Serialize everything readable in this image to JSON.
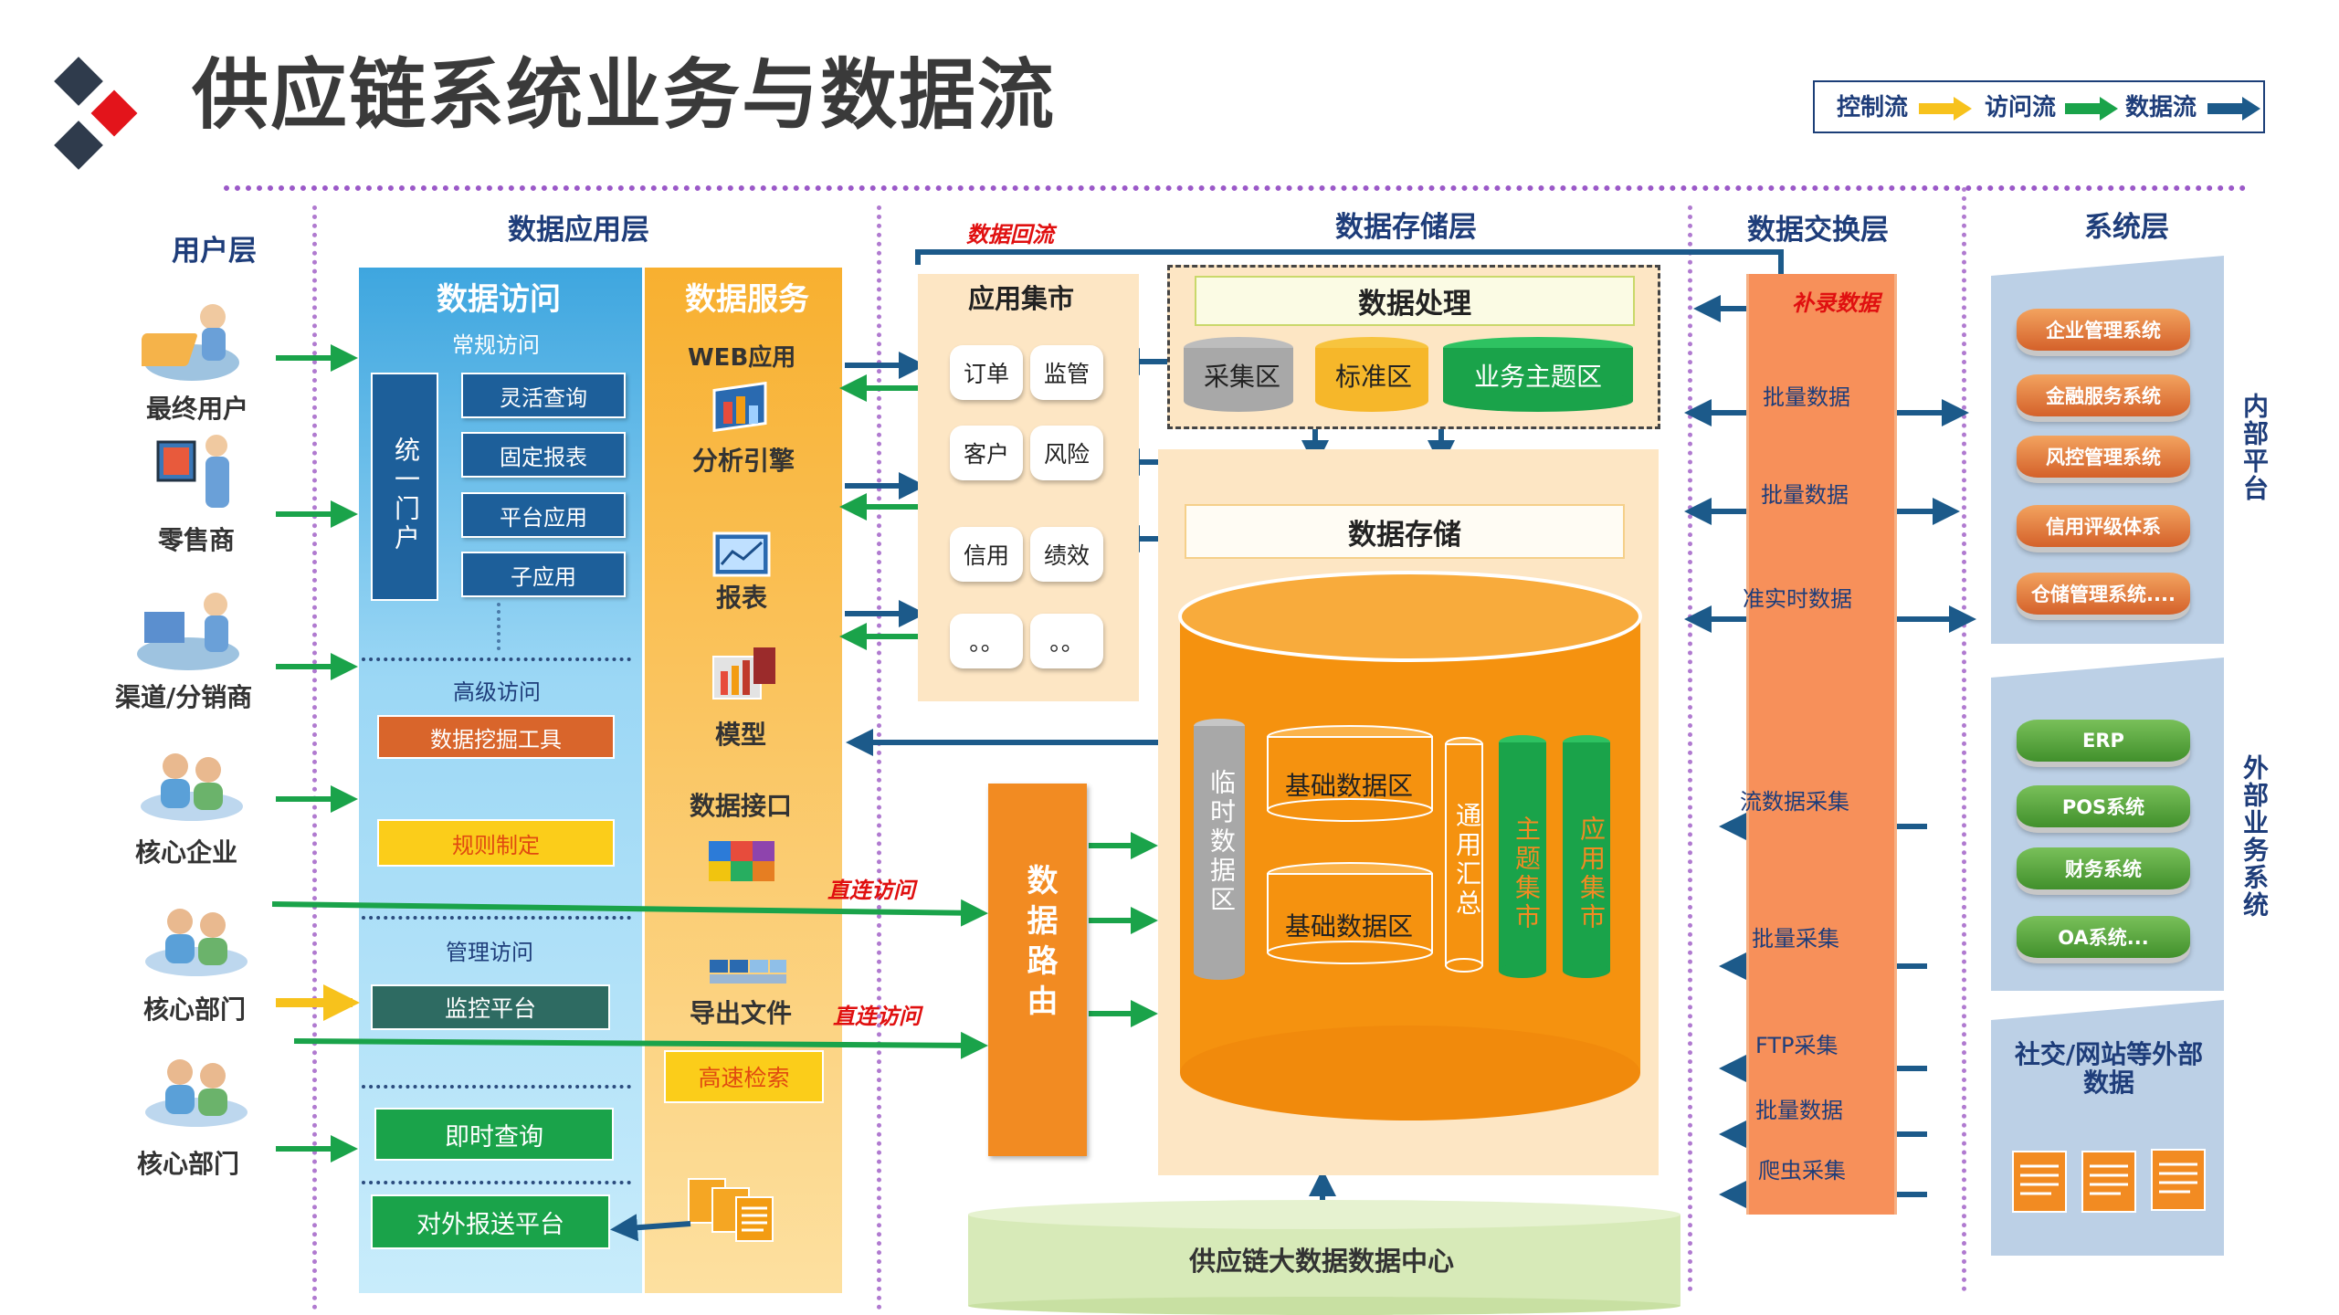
{
  "title": "供应链系统业务与数据流",
  "legend": {
    "control": "控制流",
    "access": "访问流",
    "data": "数据流"
  },
  "layers": {
    "user": "用户层",
    "app": "数据应用层",
    "storage": "数据存储层",
    "exchange": "数据交换层",
    "system": "系统层"
  },
  "users": [
    "最终用户",
    "零售商",
    "渠道/分销商",
    "核心企业",
    "核心部门",
    "核心部门"
  ],
  "data_access": {
    "title": "数据访问",
    "regular": "常规访问",
    "portal": "统一门户",
    "items": [
      "灵活查询",
      "固定报表",
      "平台应用",
      "子应用"
    ],
    "advanced": "高级访问",
    "mining": "数据挖掘工具",
    "rules": "规则制定",
    "management": "管理访问",
    "monitor": "监控平台",
    "instant": "即时查询",
    "report_platform": "对外报送平台"
  },
  "data_service": {
    "title": "数据服务",
    "web": "WEB应用",
    "analysis": "分析引擎",
    "report": "报表",
    "model": "模型",
    "interface": "数据接口",
    "export": "导出文件",
    "search": "高速检索"
  },
  "flow_labels": {
    "data_return": "数据回流",
    "direct1": "直连访问",
    "direct2": "直连访问",
    "supplement": "补录数据"
  },
  "mart": {
    "title": "应用集市",
    "items": [
      "订单",
      "监管",
      "客户",
      "风险",
      "信用",
      "绩效",
      "。。",
      "。。"
    ]
  },
  "processing": {
    "title": "数据处理",
    "zones": [
      "采集区",
      "标准区",
      "业务主题区"
    ]
  },
  "storage": {
    "title": "数据存储",
    "temp": "临时数据区",
    "base1": "基础数据区",
    "base2": "基础数据区",
    "general": "通用汇总",
    "theme": "主题集市",
    "app_mart": "应用集市"
  },
  "router": "数据路由",
  "datacenter": "供应链大数据数据中心",
  "exchange_labels": [
    "批量数据",
    "批量数据",
    "准实时数据",
    "流数据采集",
    "批量采集",
    "FTP采集",
    "批量数据",
    "爬虫采集"
  ],
  "internal": {
    "label": "内部平台",
    "systems": [
      "企业管理系统",
      "金融服务系统",
      "风控管理系统",
      "信用评级体系",
      "仓储管理系统...."
    ]
  },
  "external": {
    "label": "外部业务系统",
    "systems": [
      "ERP",
      "POS系统",
      "财务系统",
      "OA系统..."
    ]
  },
  "social": "社交/网站等外部数据",
  "colors": {
    "navy": "#1e3d7a",
    "blue_panel": "#3fa8e0",
    "orange": "#f28b22",
    "green": "#1aa34a",
    "purple_dots": "#9b59c8",
    "red": "#e01010"
  }
}
